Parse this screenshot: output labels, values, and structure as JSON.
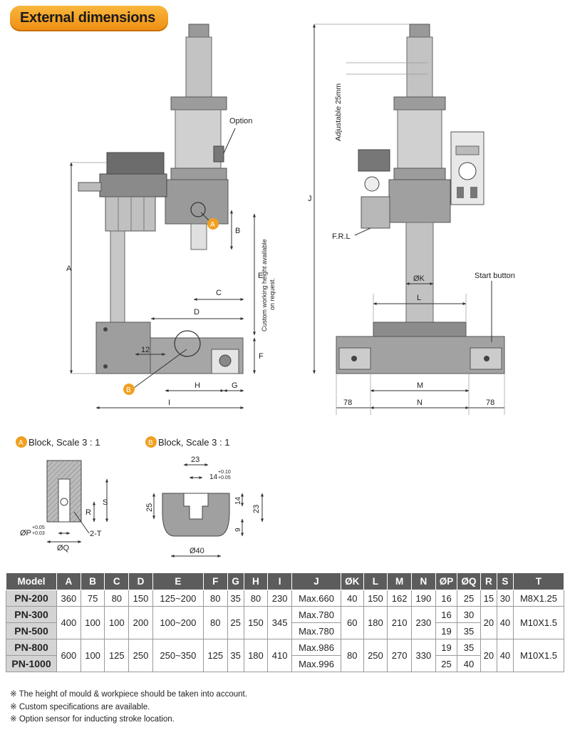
{
  "header": {
    "title": "External dimensions"
  },
  "front_view": {
    "labels": {
      "option": "Option",
      "A": "A",
      "B": "B",
      "C": "C",
      "D": "D",
      "E": "E",
      "F": "F",
      "G": "G",
      "H": "H",
      "I": "I",
      "dim_12": "12",
      "custom_note_line1": "Custom working height available",
      "custom_note_line2": "on request.",
      "marker_A": "A",
      "marker_B": "B"
    }
  },
  "side_view": {
    "labels": {
      "adjustable": "Adjustable 25mm",
      "J": "J",
      "frl": "F.R.L",
      "K": "ØK",
      "L": "L",
      "M": "M",
      "N": "N",
      "dim_78_left": "78",
      "dim_78_right": "78",
      "start_button": "Start button"
    }
  },
  "detail_a": {
    "marker": "A",
    "title": "Block, Scale 3 : 1",
    "S": "S",
    "R": "R",
    "T": "2-T",
    "P": "ØP",
    "P_tol_top": "+0.05",
    "P_tol_bot": "+0.03",
    "Q": "ØQ"
  },
  "detail_b": {
    "marker": "B",
    "title": "Block, Scale 3 : 1",
    "dim_23_top": "23",
    "dim_14_slot": "14",
    "tol_top": "+0.10",
    "tol_bot": "+0.05",
    "dim_25": "25",
    "dim_14_right": "14",
    "dim_23_right": "23",
    "dim_9": "9",
    "dim_40": "Ø40"
  },
  "spec_table": {
    "headers": [
      "Model",
      "A",
      "B",
      "C",
      "D",
      "E",
      "F",
      "G",
      "H",
      "I",
      "J",
      "ØK",
      "L",
      "M",
      "N",
      "ØP",
      "ØQ",
      "R",
      "S",
      "T"
    ],
    "models": [
      "PN-200",
      "PN-300",
      "PN-500",
      "PN-800",
      "PN-1000"
    ],
    "pn200": [
      "360",
      "75",
      "80",
      "150",
      "125~200",
      "80",
      "35",
      "80",
      "230",
      "Max.660",
      "40",
      "150",
      "162",
      "190",
      "16",
      "25",
      "15",
      "30",
      "M8X1.25"
    ],
    "pn300_500_shared": [
      "400",
      "100",
      "100",
      "200",
      "100~200",
      "80",
      "25",
      "150",
      "345"
    ],
    "pn300_500_mid": [
      "60",
      "180",
      "210",
      "230"
    ],
    "pn300_J": "Max.780",
    "pn500_J": "Max.780",
    "pn300_PQ": [
      "16",
      "30"
    ],
    "pn500_PQ": [
      "19",
      "35"
    ],
    "pn300_500_tail": [
      "20",
      "40",
      "M10X1.5"
    ],
    "pn800_1000_shared": [
      "600",
      "100",
      "125",
      "250",
      "250~350",
      "125",
      "35",
      "180",
      "410"
    ],
    "pn800_1000_mid": [
      "80",
      "250",
      "270",
      "330"
    ],
    "pn800_J": "Max.986",
    "pn1000_J": "Max.996",
    "pn800_PQ": [
      "19",
      "35"
    ],
    "pn1000_PQ": [
      "25",
      "40"
    ],
    "pn800_1000_tail": [
      "20",
      "40",
      "M10X1.5"
    ]
  },
  "notes": [
    "※ The height of mould & workpiece should be taken into account.",
    "※ Custom specifications are available.",
    "※ Option sensor for inducting stroke location."
  ],
  "colors": {
    "accent": "#f0a020",
    "machine_gray": "#a8a8a8",
    "header_gray": "#5c5c5c"
  }
}
